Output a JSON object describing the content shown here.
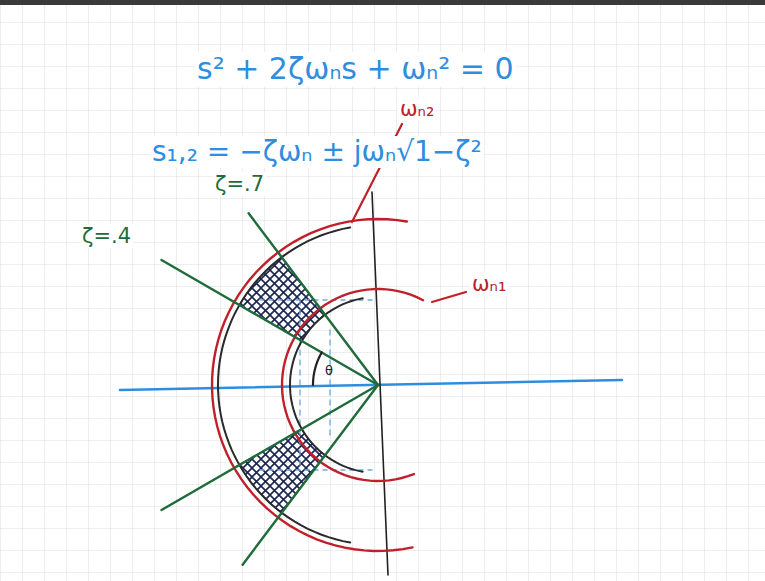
{
  "diagram": {
    "labels": [
      "s² + 2ζωₙs + ωₙ² = 0",
      "s₁,₂ = −ζωₙ ± jωₙ√1−ζ²",
      "ωₙ₂",
      "ζ=.7",
      "ζ=.4",
      "ωₙ₁",
      "θ"
    ]
  }
}
